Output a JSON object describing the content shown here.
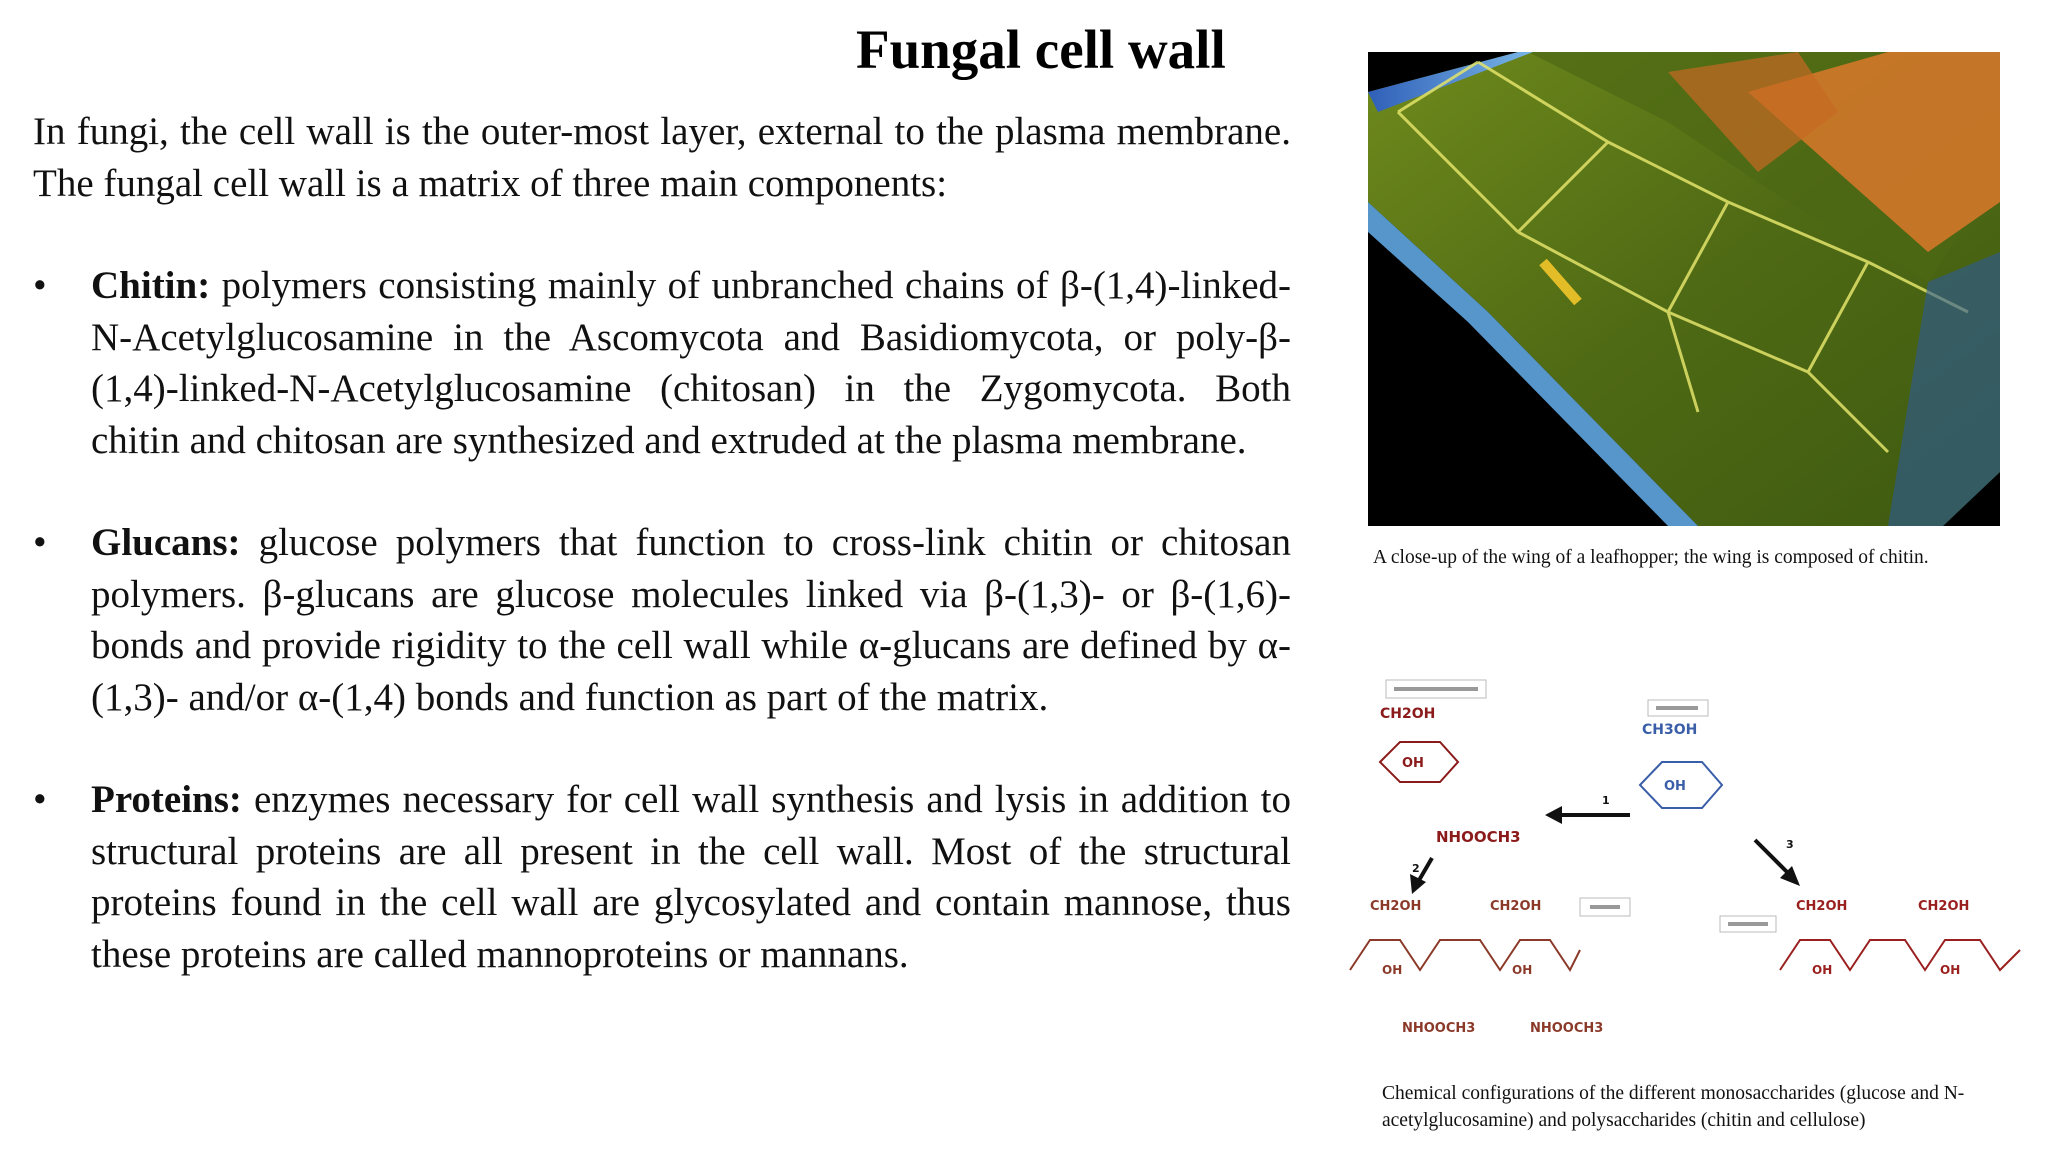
{
  "slide": {
    "title": "Fungal cell wall",
    "intro": "In fungi, the cell wall is the outer-most layer, external to the plasma membrane. The fungal cell wall is a matrix of three main components:",
    "bullet_symbol": "•",
    "items": [
      {
        "term": "Chitin:",
        "text": " polymers consisting mainly of unbranched chains of β-(1,4)-linked-N-Acetylglucosamine in the Ascomycota and Basidiomycota, or poly-β-(1,4)-linked-N-Acetylglucosamine (chitosan) in the Zygomycota. Both chitin and chitosan are synthesized and extruded at the plasma membrane."
      },
      {
        "term": "Glucans:",
        "text": " glucose polymers that function to cross-link chitin or chitosan polymers. β-glucans are glucose molecules linked via β-(1,3)- or β-(1,6)- bonds and provide rigidity to the cell wall while α-glucans are defined by α-(1,3)- and/or α-(1,4) bonds and function as part of the matrix."
      },
      {
        "term": "Proteins:",
        "text": " enzymes necessary for cell wall synthesis and lysis in addition to structural proteins are all present in the cell wall. Most of the structural proteins found in the cell wall are glycosylated and contain mannose, thus these proteins are called mannoproteins or mannans."
      }
    ]
  },
  "figures": {
    "photo_caption": "A close-up of the wing of a leafhopper; the wing is composed of chitin.",
    "diagram_caption": "Chemical configurations of the different monosaccharides (glucose and N-acetylglucosamine) and polysaccharides (chitin and cellulose)",
    "diagram": {
      "nag_group": "NHOOCH3",
      "chain_group": "NHOOCH3",
      "ch2oh": "CH2OH",
      "ch3oh": "CH3OH",
      "oh": "OH",
      "arrow_1": "1",
      "arrow_2": "2",
      "arrow_3": "3"
    },
    "colors": {
      "photo_background": "#000000",
      "nag_red": "#8b1a1a",
      "glucose_blue": "#3a5ea8",
      "chitin_brown": "#8b3a2a",
      "cellulose_red": "#9a2020"
    }
  }
}
